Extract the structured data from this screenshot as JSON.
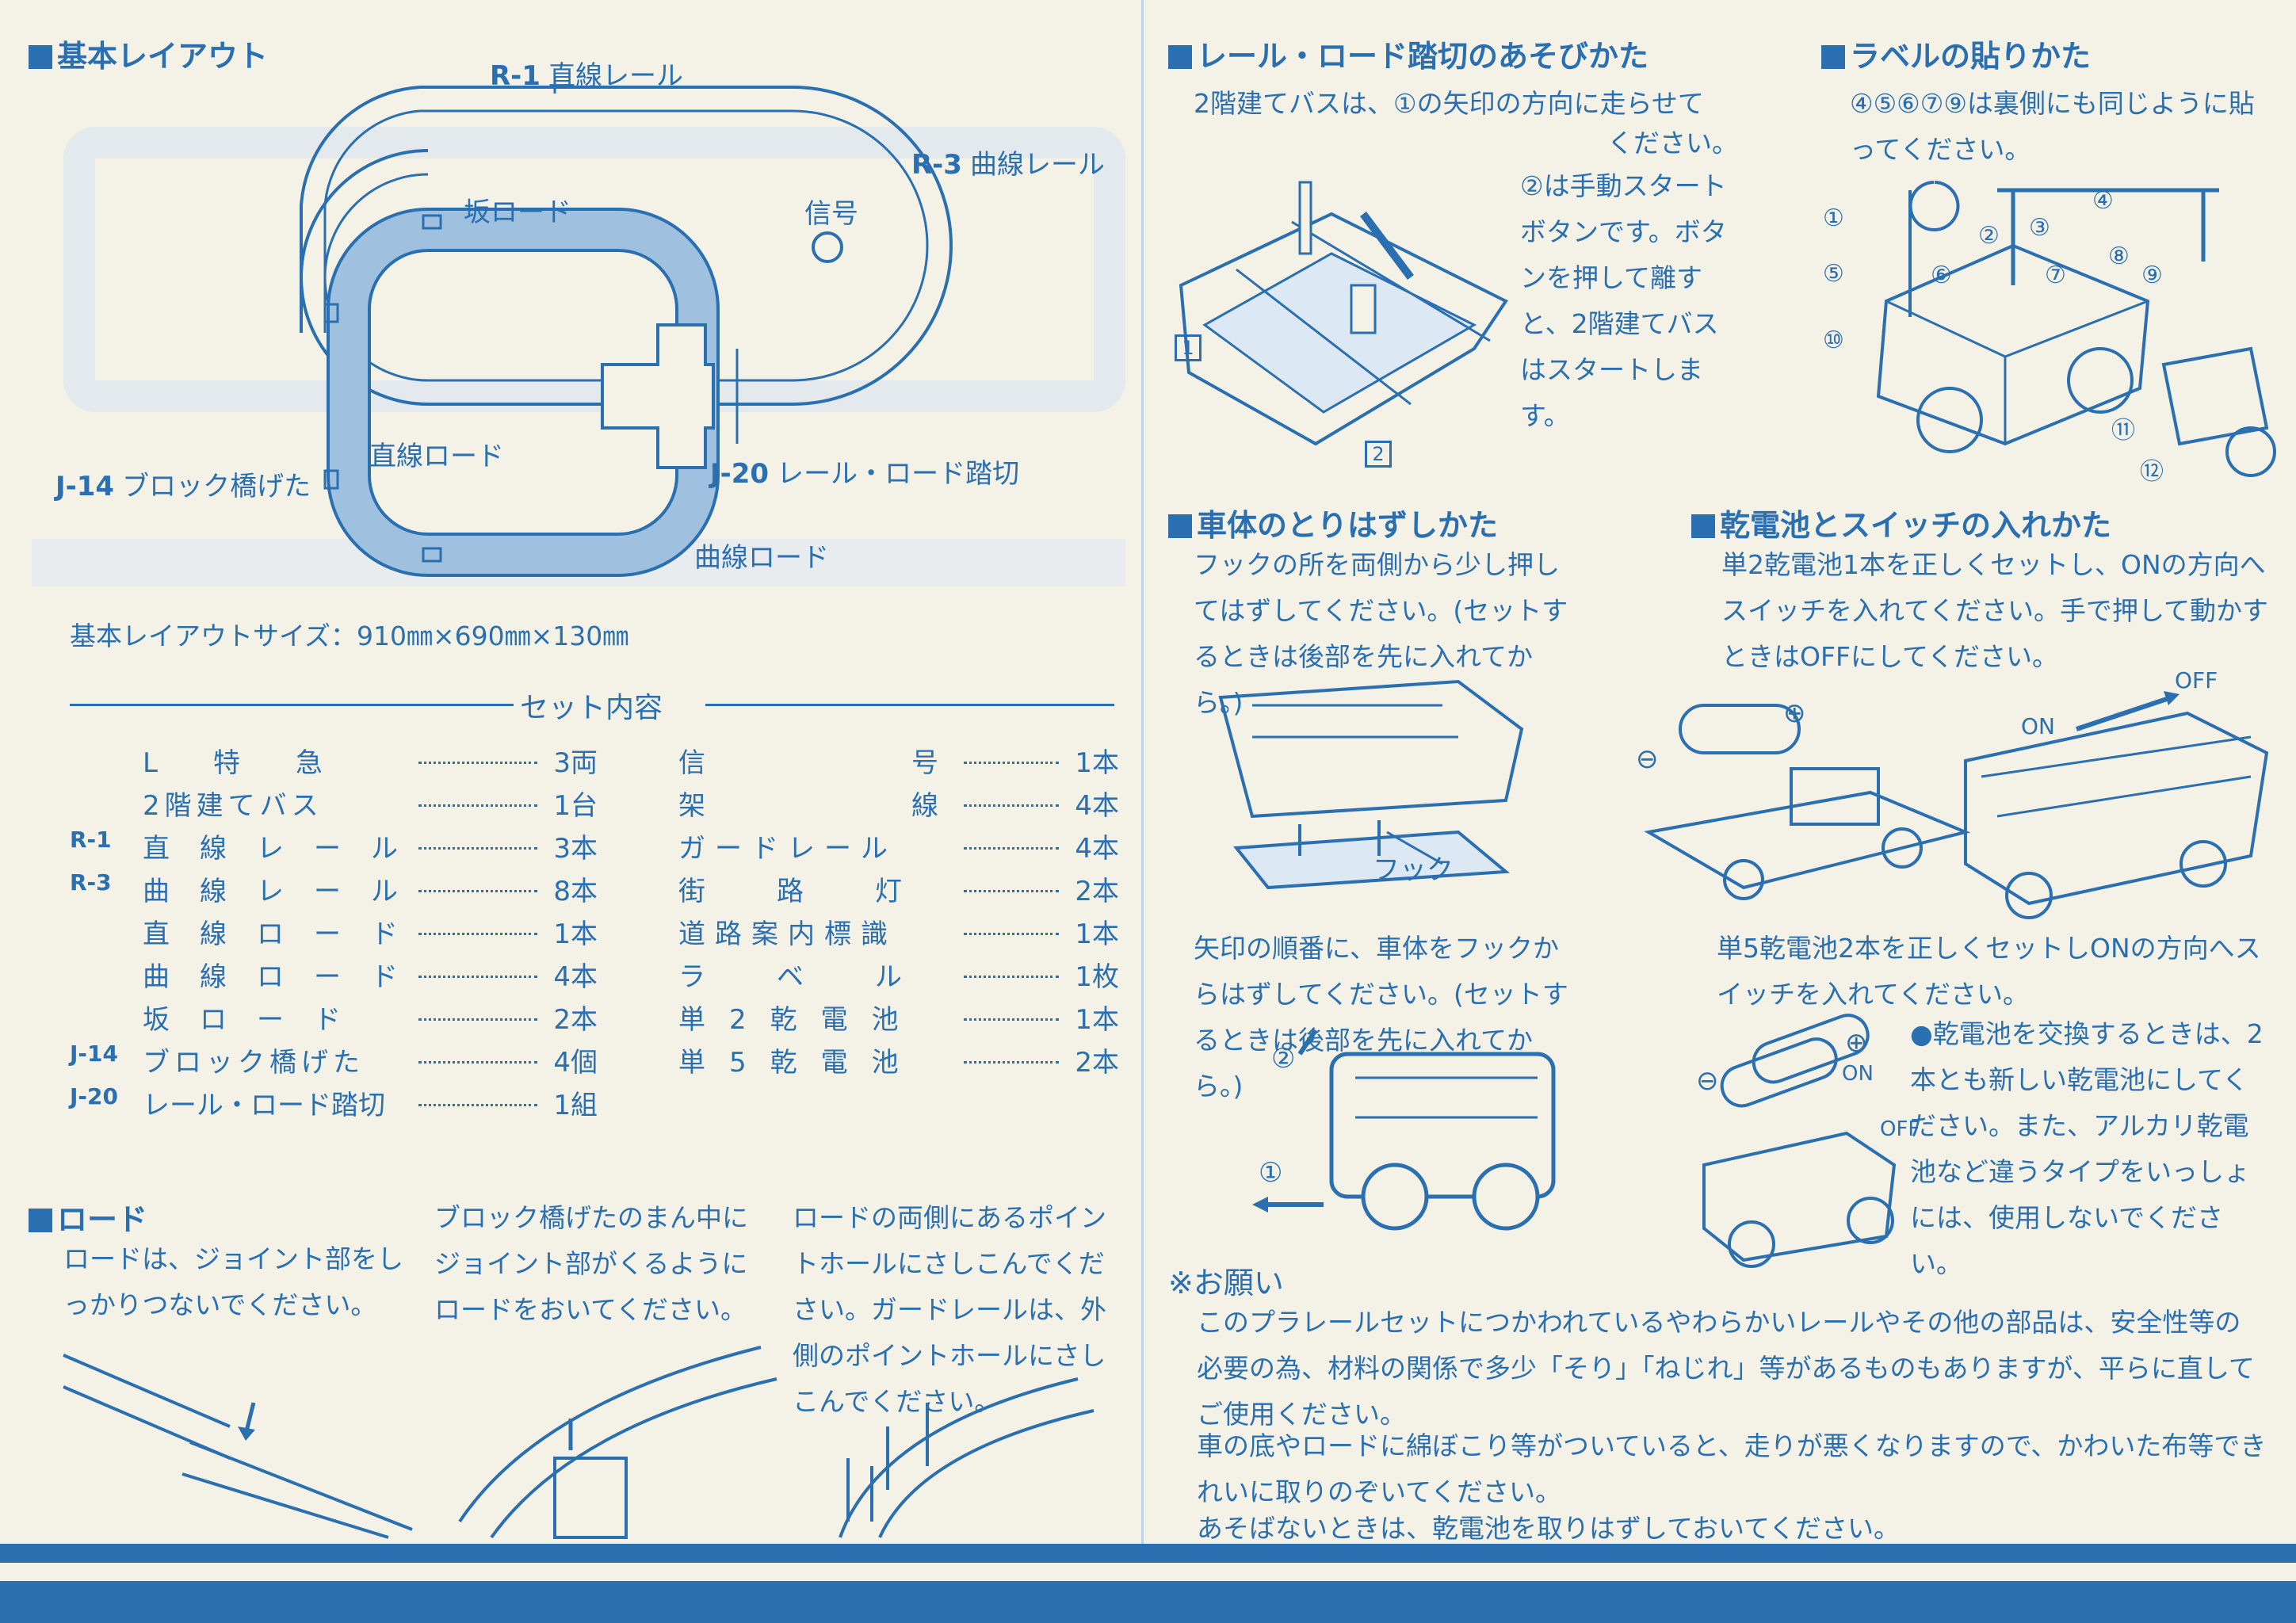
{
  "layout_section": {
    "heading": "基本レイアウト",
    "r1_code": "R-1",
    "r1_label": "直線レール",
    "r3_code": "R-3",
    "r3_label": "曲線レール",
    "slope_label": "坂ロード",
    "signal_label": "信号",
    "straight_road_label": "直線ロード",
    "j14_code": "J-14",
    "j14_label": "ブロック橋げた",
    "j20_code": "J-20",
    "j20_label": "レール・ロード踏切",
    "curve_road_label": "曲線ロード",
    "size_text": "基本レイアウトサイズ：910㎜×690㎜×130㎜"
  },
  "set_contents": {
    "title": "セット内容",
    "left": [
      {
        "code": "",
        "name": "L特急",
        "qty": "3両"
      },
      {
        "code": "",
        "name": "2階建てバス",
        "qty": "1台"
      },
      {
        "code": "R-1",
        "name": "直線レール",
        "qty": "3本"
      },
      {
        "code": "R-3",
        "name": "曲線レール",
        "qty": "8本"
      },
      {
        "code": "",
        "name": "直線ロード",
        "qty": "1本"
      },
      {
        "code": "",
        "name": "曲線ロード",
        "qty": "4本"
      },
      {
        "code": "",
        "name": "坂ロード",
        "qty": "2本"
      },
      {
        "code": "J-14",
        "name": "ブロック橋げた",
        "qty": "4個"
      },
      {
        "code": "J-20",
        "name": "レール・ロード踏切",
        "qty": "1組"
      }
    ],
    "right": [
      {
        "name": "信号",
        "qty": "1本"
      },
      {
        "name": "架線",
        "qty": "4本"
      },
      {
        "name": "ガードレール",
        "qty": "4本"
      },
      {
        "name": "街路灯",
        "qty": "2本"
      },
      {
        "name": "道路案内標識",
        "qty": "1本"
      },
      {
        "name": "ラベル",
        "qty": "1枚"
      },
      {
        "name": "単2乾電池",
        "qty": "1本"
      },
      {
        "name": "単5乾電池",
        "qty": "2本"
      }
    ]
  },
  "road_section": {
    "heading": "ロード",
    "col1": "ロードは、ジョイント部をしっかりつないでください。",
    "col2": "ブロック橋げたのまん中にジョイント部がくるようにロードをおいてください。",
    "col3": "ロードの両側にあるポイントホールにさしこんでください。ガードレールは、外側のポイントホールにさしこんでください。"
  },
  "crossing_section": {
    "heading": "レール・ロード踏切のあそびかた",
    "line1": "2階建てバスは、①の矢印の方向に走らせて",
    "line2": "ください。",
    "text2": "②は手動スタートボタンです。ボタンを押して離すと、2階建てバスはスタートします。",
    "marker1": "1",
    "marker2": "2"
  },
  "label_section": {
    "heading": "ラベルの貼りかた",
    "text": "④⑤⑥⑦⑨は裏側にも同じように貼ってください。",
    "markers": [
      "①",
      "②",
      "③",
      "④",
      "⑤",
      "⑥",
      "⑦",
      "⑧",
      "⑨",
      "⑩",
      "⑪",
      "⑫"
    ]
  },
  "body_section": {
    "heading": "車体のとりはずしかた",
    "text1": "フックの所を両側から少し押してはずしてください。(セットするときは後部を先に入れてから。)",
    "hook_label": "フック",
    "text2": "矢印の順番に、車体をフックからはずしてください。(セットするときは後部を先に入れてから。)",
    "arrow1": "①",
    "arrow2": "②"
  },
  "battery_section": {
    "heading": "乾電池とスイッチの入れかた",
    "text1": "単2乾電池1本を正しくセットし、ONの方向へスイッチを入れてください。手で押して動かすときはOFFにしてください。",
    "on": "ON",
    "off": "OFF",
    "text2": "単5乾電池2本を正しくセットしONの方向へスイッチを入れてください。",
    "note": "●乾電池を交換するときは、2本とも新しい乾電池にしてください。また、アルカリ乾電池など違うタイプをいっしょには、使用しないでください。",
    "minus": "⊖",
    "plus": "⊕"
  },
  "request_section": {
    "heading": "※お願い",
    "p1": "このプラレールセットにつかわれているやわらかいレールやその他の部品は、安全性等の必要の為、材料の関係で多少「そり」「ねじれ」等があるものもありますが、平らに直してご使用ください。",
    "p2": "車の底やロードに綿ぼこり等がついていると、走りが悪くなりますので、かわいた布等できれいに取りのぞいてください。",
    "p3": "あそばないときは、乾電池を取りはずしておいてください。"
  },
  "colors": {
    "ink": "#2a6fb0",
    "paper": "#f4f1e6",
    "ghost": "#dfe6ea"
  }
}
